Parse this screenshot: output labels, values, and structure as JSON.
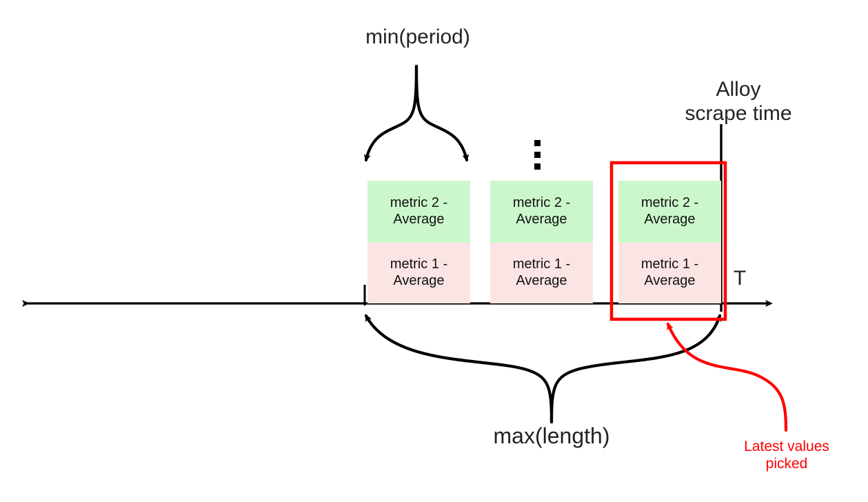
{
  "diagram": {
    "title_note": "Alloy metric aggregation window diagram",
    "axis": {
      "label": "T",
      "name": "time-axis"
    },
    "labels": {
      "min_period": "min(period)",
      "max_length": "max(length)",
      "alloy_scrape_time": "Alloy\nscrape time",
      "latest_values": "Latest values\npicked",
      "ellipsis": "⋮"
    },
    "colors": {
      "metric2_fill": "#ccf7cc",
      "metric1_fill": "#fbe4e4",
      "highlight": "#ff0000",
      "line": "#000000",
      "text": "#1f2326"
    },
    "boxes": [
      {
        "id": "window-1",
        "cells": [
          {
            "id": "metric-2",
            "text": "metric 2 -\nAverage",
            "fill": "#ccf7cc"
          },
          {
            "id": "metric-1",
            "text": "metric 1 -\nAverage",
            "fill": "#fbe4e4"
          }
        ]
      },
      {
        "id": "window-2",
        "cells": [
          {
            "id": "metric-2",
            "text": "metric 2 -\nAverage",
            "fill": "#ccf7cc"
          },
          {
            "id": "metric-1",
            "text": "metric 1 -\nAverage",
            "fill": "#fbe4e4"
          }
        ]
      },
      {
        "id": "window-3-highlighted",
        "cells": [
          {
            "id": "metric-2",
            "text": "metric 2 -\nAverage",
            "fill": "#ccf7cc"
          },
          {
            "id": "metric-1",
            "text": "metric 1 -\nAverage",
            "fill": "#fbe4e4"
          }
        ]
      }
    ]
  }
}
